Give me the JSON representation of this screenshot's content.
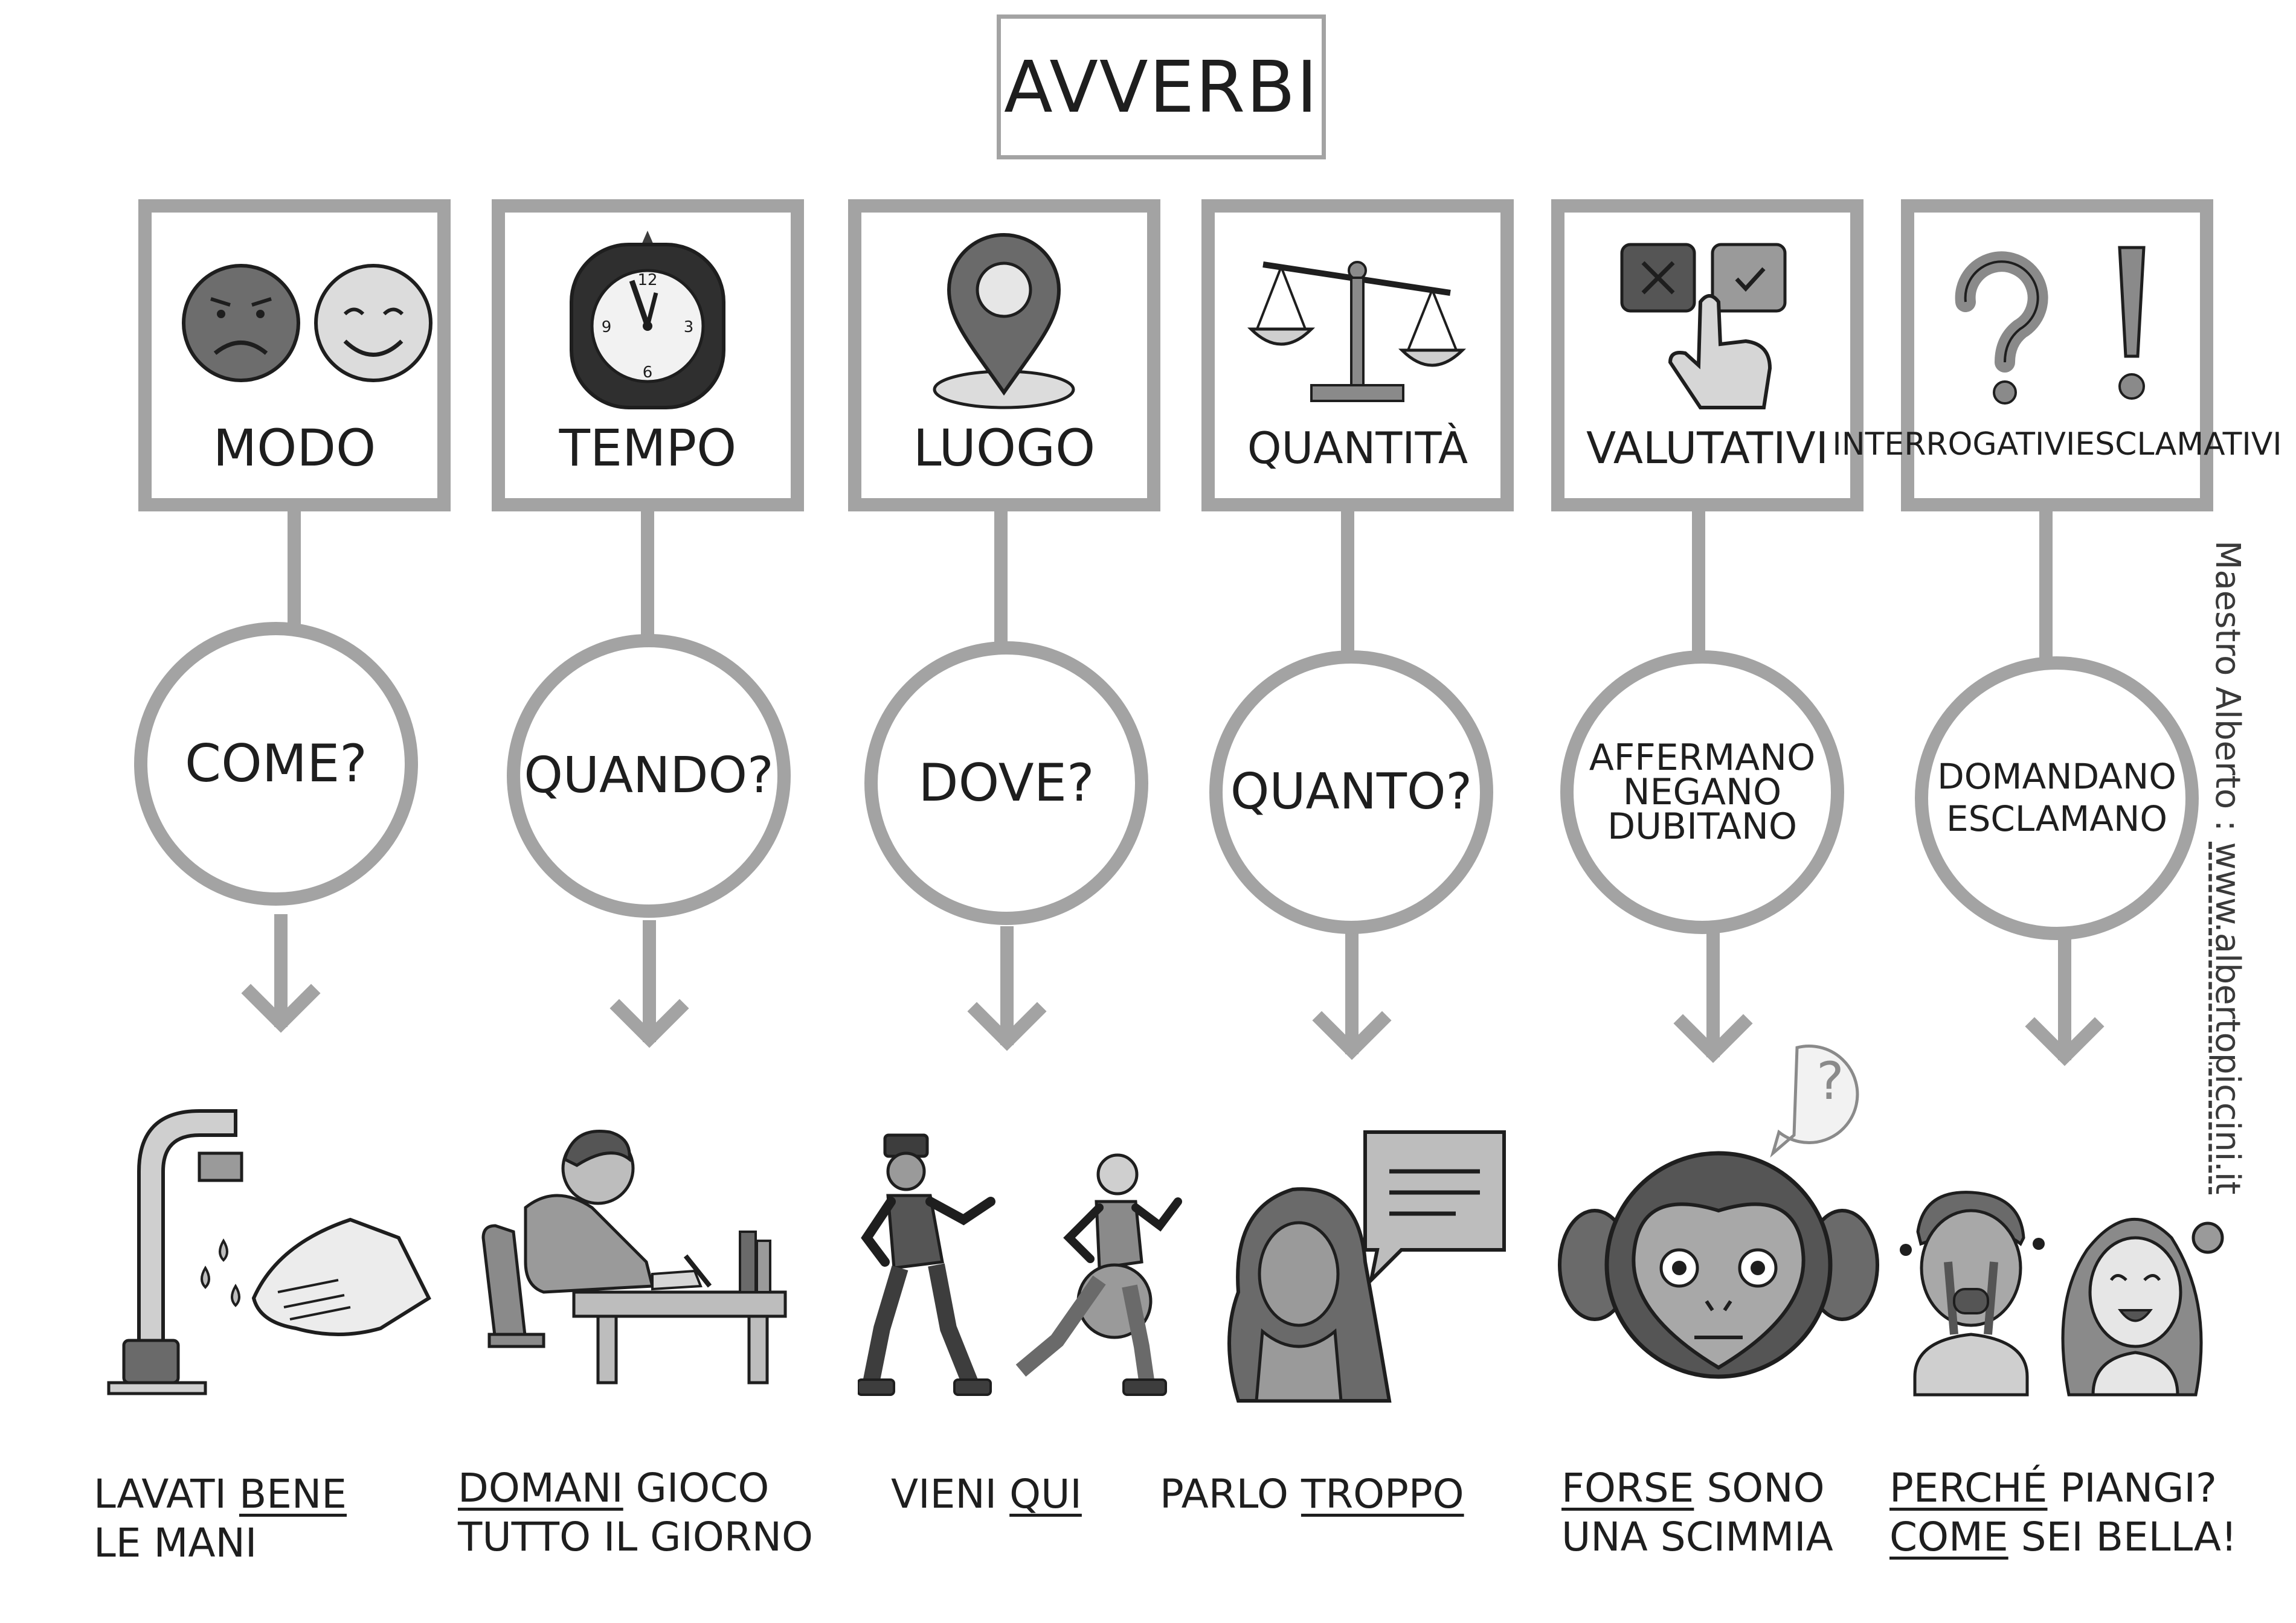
{
  "title": "AVVERBI",
  "colors": {
    "frame": "#a3a3a3",
    "text": "#1e1e1e",
    "dark": "#3d3d3d",
    "mid": "#8a8a8a",
    "light": "#cfcfcf"
  },
  "categories": [
    {
      "label": "MODO",
      "icon": "sad-happy-faces-icon",
      "question": "COME?",
      "example": {
        "line1_pre": "LAVATI ",
        "line1_u": "BENE",
        "line1_post": "",
        "line2_u": "",
        "line2_post": "LE MANI"
      },
      "picture": "washing-hands-icon"
    },
    {
      "label": "TEMPO",
      "icon": "clock-icon",
      "question": "QUANDO?",
      "example": {
        "line1_pre": "",
        "line1_u": "DOMANI",
        "line1_post": " GIOCO",
        "line2_u": "",
        "line2_post": "TUTTO IL GIORNO"
      },
      "picture": "student-writing-icon"
    },
    {
      "label": "LUOGO",
      "icon": "map-pin-icon",
      "question": "DOVE?",
      "example": {
        "line1_pre": "VIENI ",
        "line1_u": "QUI",
        "line1_post": "",
        "line2_u": "",
        "line2_post": ""
      },
      "picture": "runners-icon"
    },
    {
      "label": "QUANTITÀ",
      "icon": "scale-icon",
      "question": "QUANTO?",
      "example": {
        "line1_pre": "PARLO ",
        "line1_u": "TROPPO",
        "line1_post": "",
        "line2_u": "",
        "line2_post": ""
      },
      "picture": "talking-woman-icon"
    },
    {
      "label": "VALUTATIVI",
      "icon": "check-cross-hand-icon",
      "question_lines": [
        "AFFERMANO",
        "NEGANO",
        "DUBITANO"
      ],
      "example": {
        "line1_pre": "",
        "line1_u": "FORSE",
        "line1_post": " SONO",
        "line2_u": "",
        "line2_post": "UNA SCIMMIA"
      },
      "picture": "monkey-icon"
    },
    {
      "label_lines": [
        "INTERROGATIVI",
        "ESCLAMATIVI"
      ],
      "icon": "question-exclamation-icon",
      "question_lines": [
        "DOMANDANO",
        "ESCLAMANO"
      ],
      "example": {
        "line1_pre": "",
        "line1_u": "PERCHÉ",
        "line1_post": " PIANGI?",
        "line2_u": "COME",
        "line2_post": " SEI BELLA!"
      },
      "picture": "crying-smiling-faces-icon"
    }
  ],
  "credit": {
    "author": "Maestro Alberto : ",
    "url": "www.albertopiccini.it"
  }
}
